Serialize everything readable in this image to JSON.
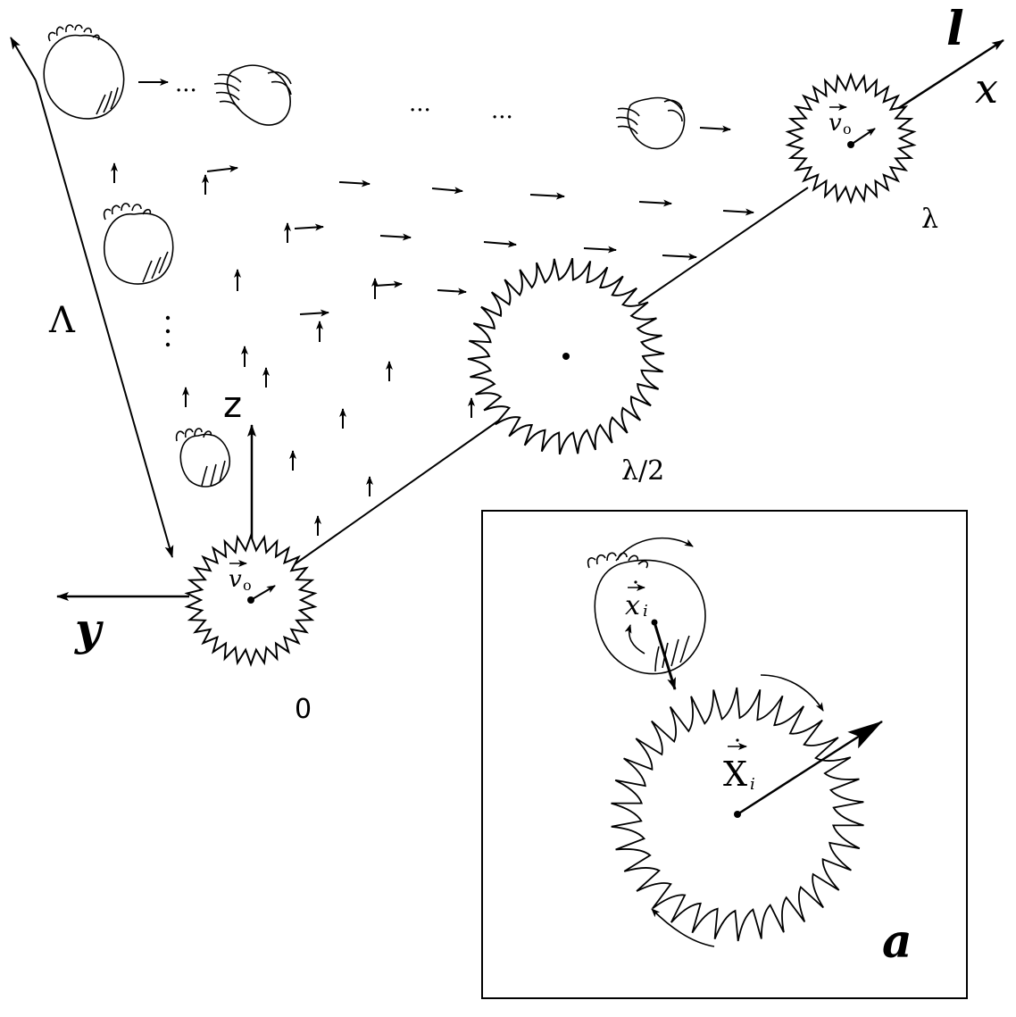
{
  "labels": {
    "l": "l",
    "x": "x",
    "y": "y",
    "z": "z",
    "Lambda": "Λ",
    "lambda": "λ",
    "lambda_half": "λ/2",
    "zero": "0",
    "v0": "v",
    "v0_sub": "o",
    "xi": "x",
    "xi_sub": "i",
    "Xi": "X",
    "Xi_sub": "i",
    "inset": "a",
    "dots": "..."
  }
}
